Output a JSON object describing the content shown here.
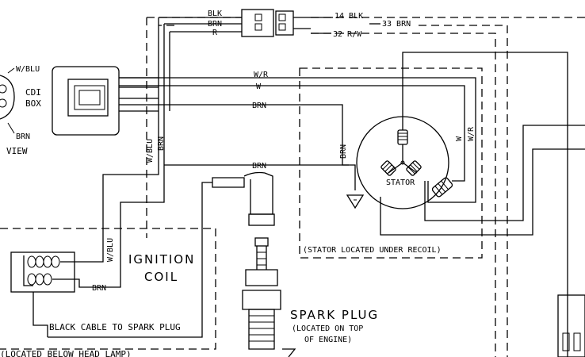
{
  "wires": {
    "top_blk": "BLK",
    "top_brn": "BRN",
    "top_r": "R",
    "w_14_blk": "14 BLK",
    "w_33_brn": "33 BRN",
    "w_32_rw": "32 R/W",
    "cdi_wr": "W/R",
    "cdi_w": "W",
    "cdi_brn": "BRN",
    "vert_wblu": "W/BLU",
    "vert_brn": "BRN",
    "stator_brn_vert": "BRN",
    "mid_brn": "BRN",
    "stator_w": "W",
    "stator_wr": "W/R",
    "coil_wblu": "W/BLU",
    "coil_brn": "BRN"
  },
  "cdi": {
    "connector_wblu": "W/BLU",
    "connector_brn": "BRN",
    "view_label": "VIEW",
    "box_label_line1": "CDI",
    "box_label_line2": "BOX"
  },
  "stator": {
    "label": "STATOR",
    "location_note": "(STATOR LOCATED UNDER RECOIL)"
  },
  "ignition": {
    "title_line1": "IGNITION",
    "title_line2": "COIL",
    "cable_note": "BLACK CABLE TO SPARK PLUG",
    "location_note": "(LOCATED BELOW HEAD LAMP)"
  },
  "spark_plug": {
    "title": "SPARK PLUG",
    "note_line1": "(LOCATED ON TOP",
    "note_line2": "OF ENGINE)"
  }
}
